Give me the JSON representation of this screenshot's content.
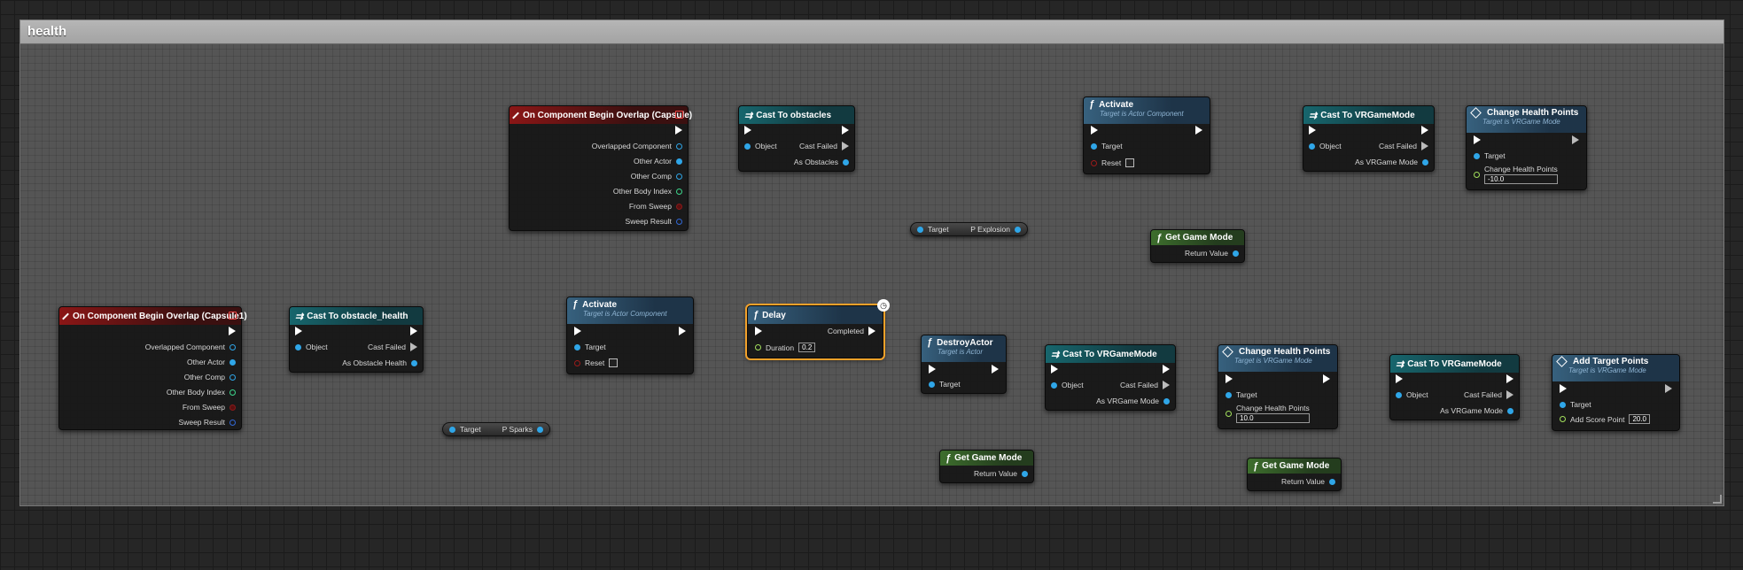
{
  "comment": {
    "title": "health"
  },
  "nodes": {
    "overlap_capsule": {
      "title": "On Component Begin Overlap (Capsule)",
      "pins": [
        "Overlapped Component",
        "Other Actor",
        "Other Comp",
        "Other Body Index",
        "From Sweep",
        "Sweep Result"
      ]
    },
    "cast_obstacles": {
      "title": "Cast To obstacles",
      "object": "Object",
      "cast_failed": "Cast Failed",
      "as_out": "As Obstacles"
    },
    "activate_top": {
      "title": "Activate",
      "subtitle": "Target is Actor Component",
      "target": "Target",
      "reset": "Reset"
    },
    "var_explosion": {
      "left": "Target",
      "right": "P Explosion"
    },
    "cast_vr_top": {
      "title": "Cast To VRGameMode",
      "object": "Object",
      "cast_failed": "Cast Failed",
      "as_out": "As VRGame Mode"
    },
    "change_hp_top": {
      "title": "Change Health Points",
      "subtitle": "Target is VRGame Mode",
      "target": "Target",
      "param": "Change Health Points",
      "value": "-10.0"
    },
    "get_gm_top": {
      "title": "Get Game Mode",
      "ret": "Return Value"
    },
    "overlap_capsule1": {
      "title": "On Component Begin Overlap (Capsule1)",
      "pins": [
        "Overlapped Component",
        "Other Actor",
        "Other Comp",
        "Other Body Index",
        "From Sweep",
        "Sweep Result"
      ]
    },
    "cast_health": {
      "title": "Cast To obstacle_health",
      "object": "Object",
      "cast_failed": "Cast Failed",
      "as_out": "As Obstacle Health"
    },
    "activate_bot": {
      "title": "Activate",
      "subtitle": "Target is Actor Component",
      "target": "Target",
      "reset": "Reset"
    },
    "var_sparks": {
      "left": "Target",
      "right": "P Sparks"
    },
    "delay": {
      "title": "Delay",
      "completed": "Completed",
      "duration": "Duration",
      "value": "0.2"
    },
    "destroy": {
      "title": "DestroyActor",
      "subtitle": "Target is Actor",
      "target": "Target"
    },
    "cast_vr_mid": {
      "title": "Cast To VRGameMode",
      "object": "Object",
      "cast_failed": "Cast Failed",
      "as_out": "As VRGame Mode"
    },
    "get_gm_mid": {
      "title": "Get Game Mode",
      "ret": "Return Value"
    },
    "change_hp_bot": {
      "title": "Change Health Points",
      "subtitle": "Target is VRGame Mode",
      "target": "Target",
      "param": "Change Health Points",
      "value": "10.0"
    },
    "cast_vr_right": {
      "title": "Cast To VRGameMode",
      "object": "Object",
      "cast_failed": "Cast Failed",
      "as_out": "As VRGame Mode"
    },
    "get_gm_right": {
      "title": "Get Game Mode",
      "ret": "Return Value"
    },
    "add_target": {
      "title": "Add Target Points",
      "subtitle": "Target is VRGame Mode",
      "target": "Target",
      "param": "Add Score Point",
      "value": "20.0"
    }
  },
  "colors": {
    "exec": "#ffffff",
    "object": "#2fa6e8",
    "float": "#a3e05c",
    "bool": "#8a1a1a",
    "selected": "#f2a12a"
  }
}
